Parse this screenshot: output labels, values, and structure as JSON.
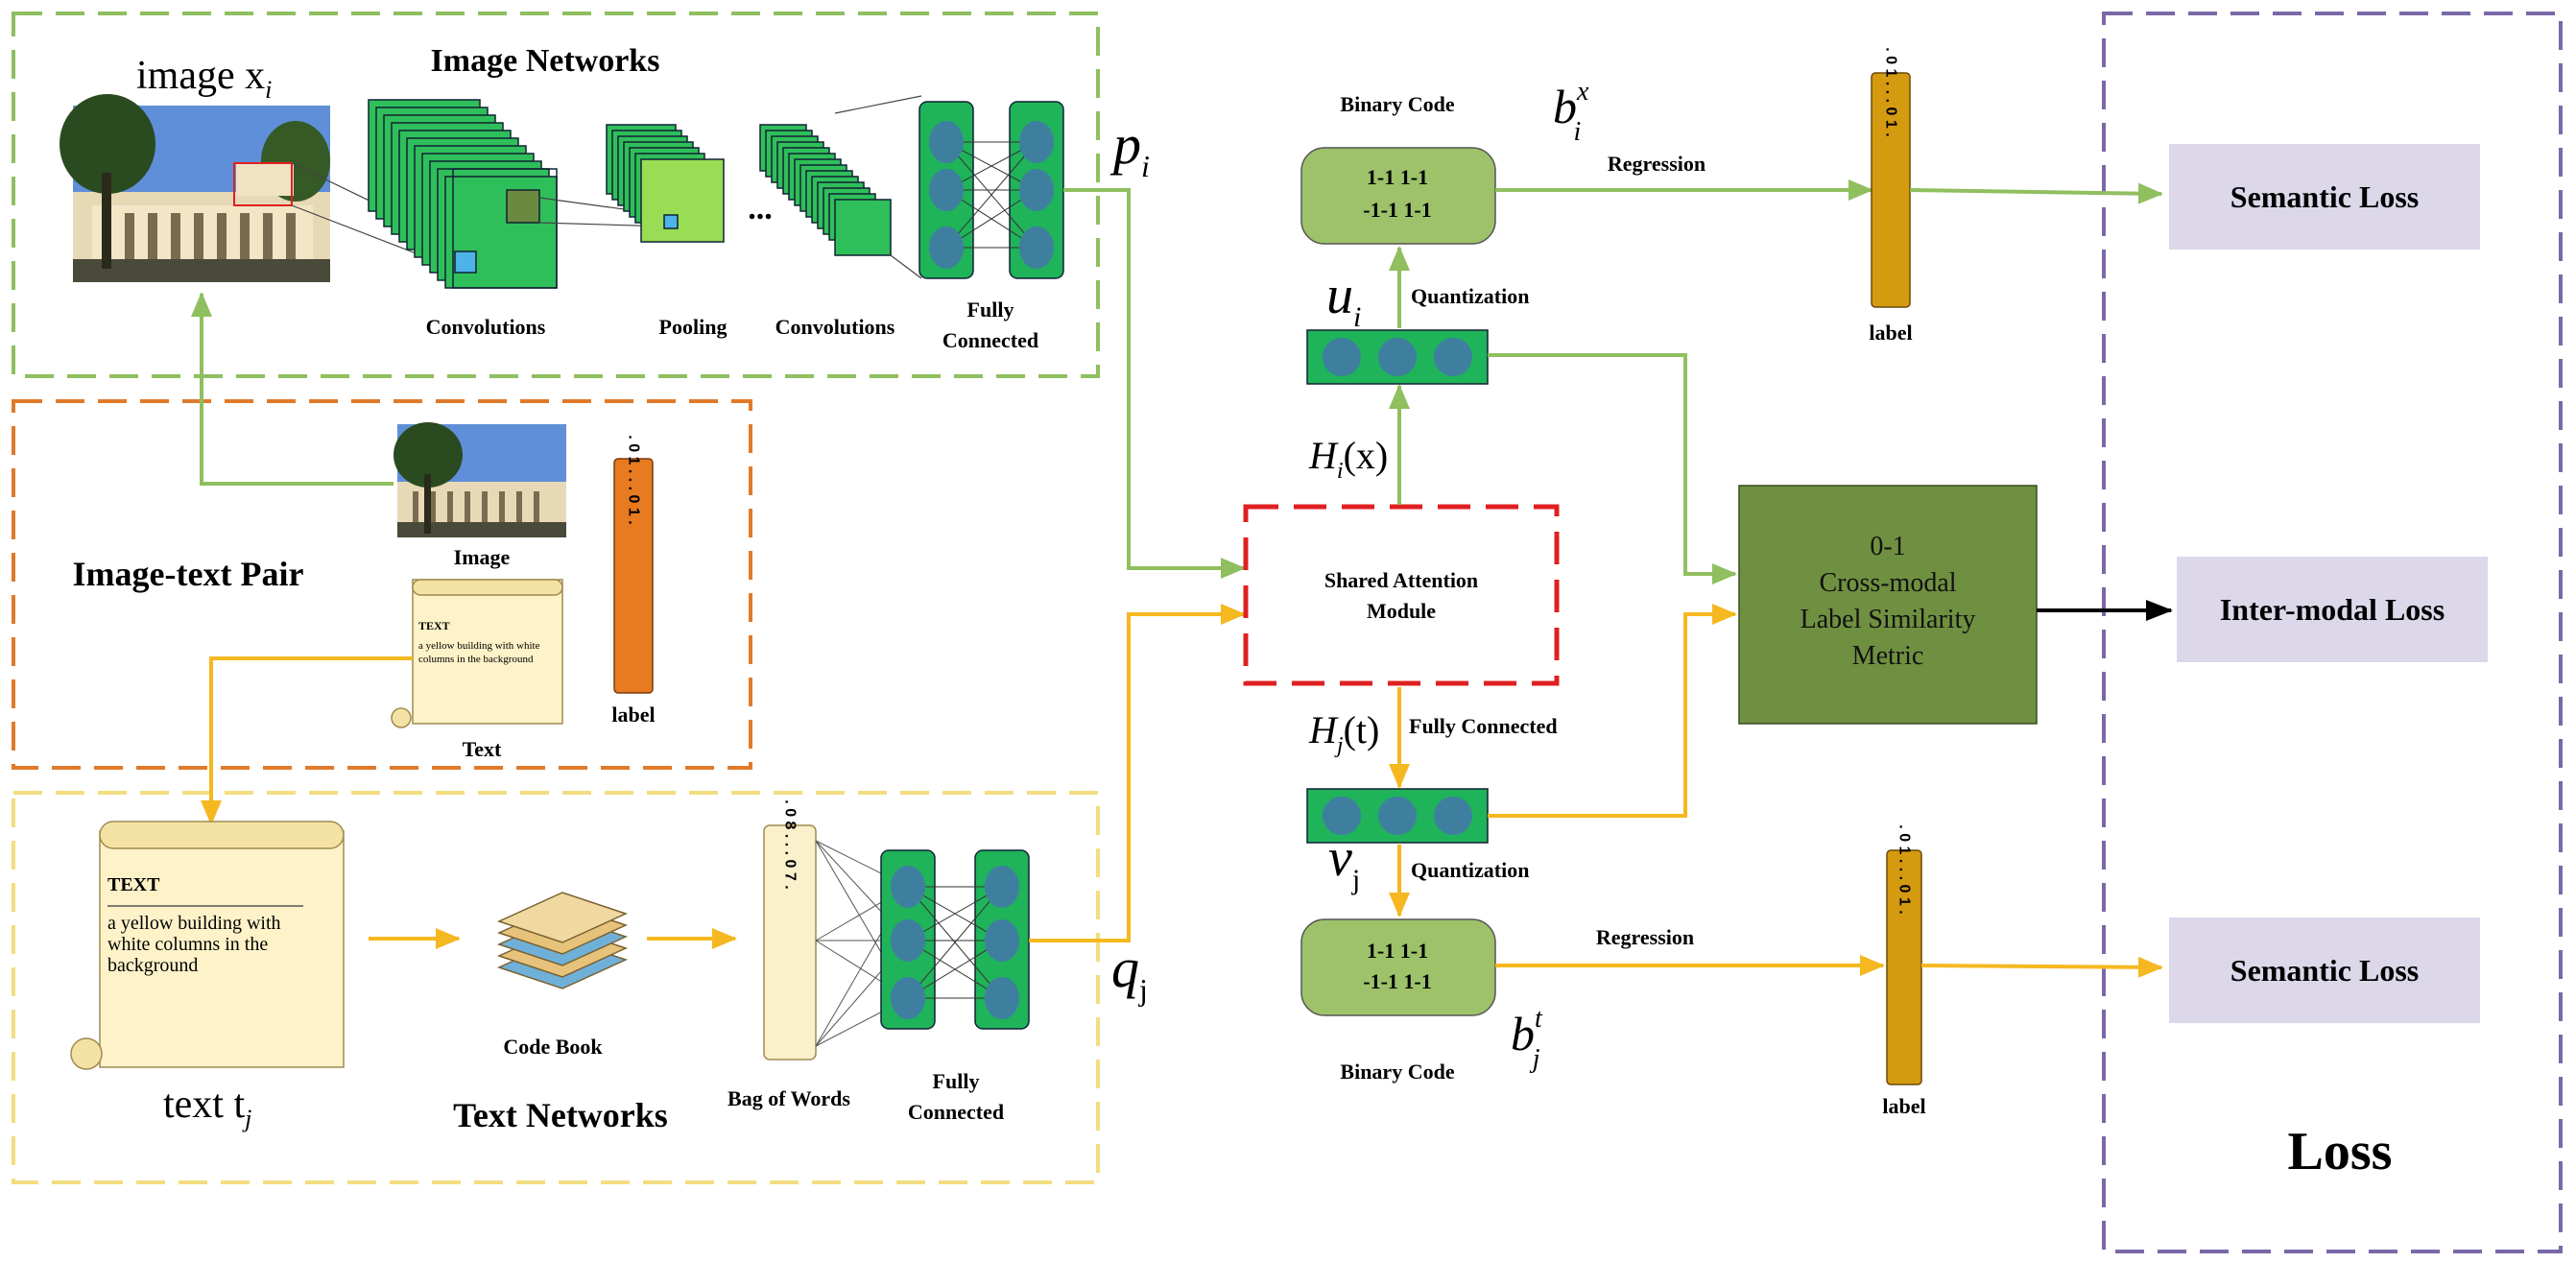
{
  "image_networks": {
    "title": "Image Networks",
    "input_label": "image x",
    "input_sub": "i",
    "convolutions_1": "Convolutions",
    "pooling": "Pooling",
    "ellipsis": "...",
    "convolutions_2": "Convolutions",
    "fc_line1": "Fully",
    "fc_line2": "Connected",
    "output_label": "p",
    "output_sub": "i"
  },
  "pair": {
    "title": "Image-text Pair",
    "image_caption": "Image",
    "text_caption": "Text",
    "scroll_heading": "TEXT",
    "scroll_line1": "a yellow building with white",
    "scroll_line2": "columns in the background",
    "label_caption": "label",
    "label_strip": ". 0 1 . . . 0 1 ."
  },
  "text_networks": {
    "title": "Text Networks",
    "input_label": "text t",
    "input_sub": "j",
    "scroll_heading": "TEXT",
    "scroll_line1": "a yellow building with",
    "scroll_line2": "white columns in the",
    "scroll_line3": "background",
    "codebook": "Code  Book",
    "bow": "Bag of Words",
    "bow_strip": ". 0 8 . . . 0 7 .",
    "fc_line1": "Fully",
    "fc_line2": "Connected",
    "output_label": "q",
    "output_sub": "j"
  },
  "center": {
    "shared_line1": "Shared Attention",
    "shared_line2": "Module",
    "hi_label": "H",
    "hi_sub": "i",
    "hi_arg": "(x)",
    "hj_label": "H",
    "hj_sub": "j",
    "hj_arg": "(t)",
    "fully_connected": "Fully Connected",
    "quantization_top": "Quantization",
    "quantization_bottom": "Quantization",
    "u_label": "u",
    "u_sub": "i",
    "v_label": "v",
    "v_sub": "j"
  },
  "binary_top": {
    "title": "Binary Code",
    "line1": "1-1 1-1",
    "line2": "-1-1 1-1",
    "b_label": "b",
    "b_sub": "i",
    "b_sup": "x",
    "regression": "Regression",
    "label_caption": "label",
    "label_strip": ". 0 1 . . . 0 1 ."
  },
  "binary_bottom": {
    "title": "Binary Code",
    "line1": "1-1 1-1",
    "line2": "-1-1 1-1",
    "b_label": "b",
    "b_sub": "j",
    "b_sup": "t",
    "regression": "Regression",
    "label_caption": "label",
    "label_strip": ". 0 1 . . . 0 1 ."
  },
  "metric": {
    "line1": "0-1",
    "line2": "Cross-modal",
    "line3": "Label Similarity",
    "line4": "Metric"
  },
  "loss": {
    "semantic_top": "Semantic Loss",
    "inter_modal": "Inter-modal Loss",
    "semantic_bottom": "Semantic Loss",
    "title": "Loss"
  },
  "colors": {
    "image_green": "#8fbf5f",
    "text_yellow": "#f5b820",
    "pair_orange": "#e07a2a",
    "loss_purple": "#7b68a8",
    "shared_red": "#e02020",
    "metric_green": "#6f9040",
    "loss_box": "#dcd8ea",
    "binary_box": "#9dc26a",
    "fc_green": "#1fb35a",
    "node_blue": "#3e7fa0",
    "label_strip": "#d49a10"
  }
}
